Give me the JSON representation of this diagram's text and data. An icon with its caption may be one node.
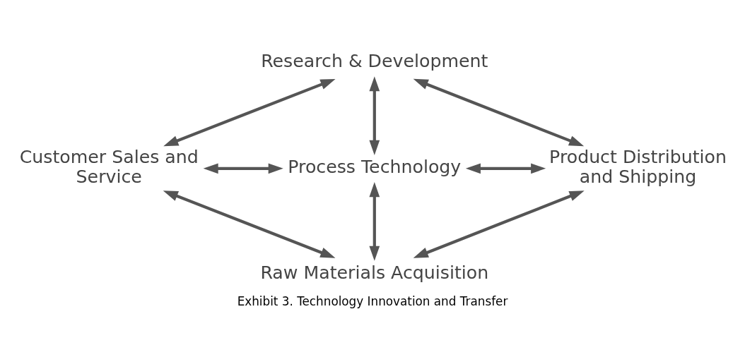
{
  "diagram": {
    "caption": "Exhibit 3. Technology Innovation and Transfer",
    "nodes": [
      {
        "text": [
          "Research & Development"
        ]
      },
      {
        "text": [
          "Customer Sales and Service"
        ]
      },
      {
        "text": [
          "Process Technology"
        ]
      },
      {
        "text": [
          "Product Distribution and Shipping"
        ]
      },
      {
        "text": [
          "Raw Materials Acquisition"
        ]
      }
    ],
    "edges": [
      {
        "from": 0,
        "to": 1,
        "arrow": "both"
      },
      {
        "from": 0,
        "to": 2,
        "arrow": "both"
      },
      {
        "from": 0,
        "to": 3,
        "arrow": "both"
      },
      {
        "from": 1,
        "to": 2,
        "arrow": "both"
      },
      {
        "from": 2,
        "to": 3,
        "arrow": "both"
      },
      {
        "from": 1,
        "to": 4,
        "arrow": "both"
      },
      {
        "from": 2,
        "to": 4,
        "arrow": "both"
      },
      {
        "from": 3,
        "to": 4,
        "arrow": "both"
      }
    ]
  }
}
